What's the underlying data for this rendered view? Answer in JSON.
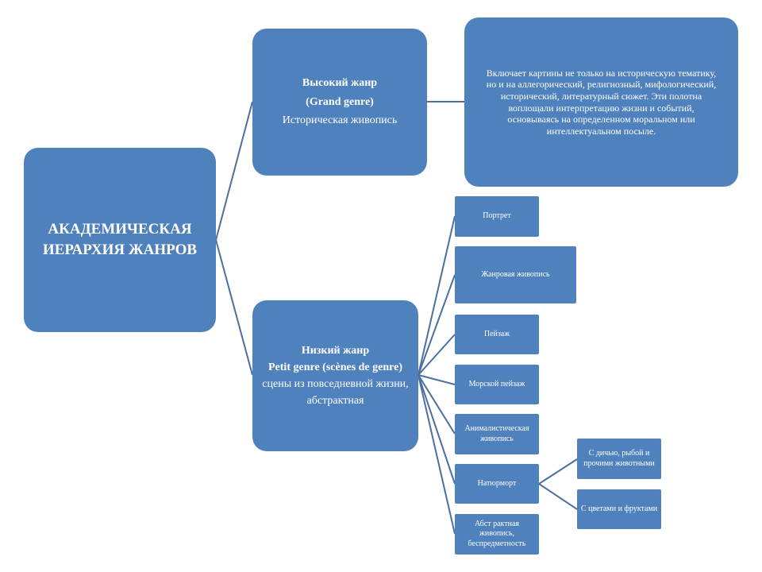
{
  "root": {
    "lines": [
      "АКАДЕМИЧЕСКАЯ",
      "ИЕРАРХИЯ ЖАНРОВ"
    ]
  },
  "high_genre": {
    "title": "Высокий жанр",
    "subtitle": "(Grand genre)",
    "type": "Историческая живопись"
  },
  "high_genre_description": "Включает картины не только на историческую тематику,  но и на аллегорический,  религиозный, мифологический, исторический, литературный сюжет. Эти полотна воплощали интерпретацию жизни и событий, основываясь на определенном моральном или интеллектуальном посыле.",
  "low_genre": {
    "title": "Низкий жанр",
    "subtitle": "Petit genre (scènes de genre)",
    "description": "сцены из повседневной жизни, абстрактная"
  },
  "low_genre_items": [
    "Портрет",
    "Жанровая живопись",
    "Пейзаж",
    "Морской пейзаж",
    "Анималистическая живопись",
    "Натюрморт",
    "Абст рактная живопись, беспредметность"
  ],
  "still_life_items": [
    "С дичью, рыбой и прочими животными",
    "С цветами и фруктами"
  ],
  "colors": {
    "box": "#4f81bd",
    "line": "#4a6fa0",
    "text": "#ffffff"
  }
}
